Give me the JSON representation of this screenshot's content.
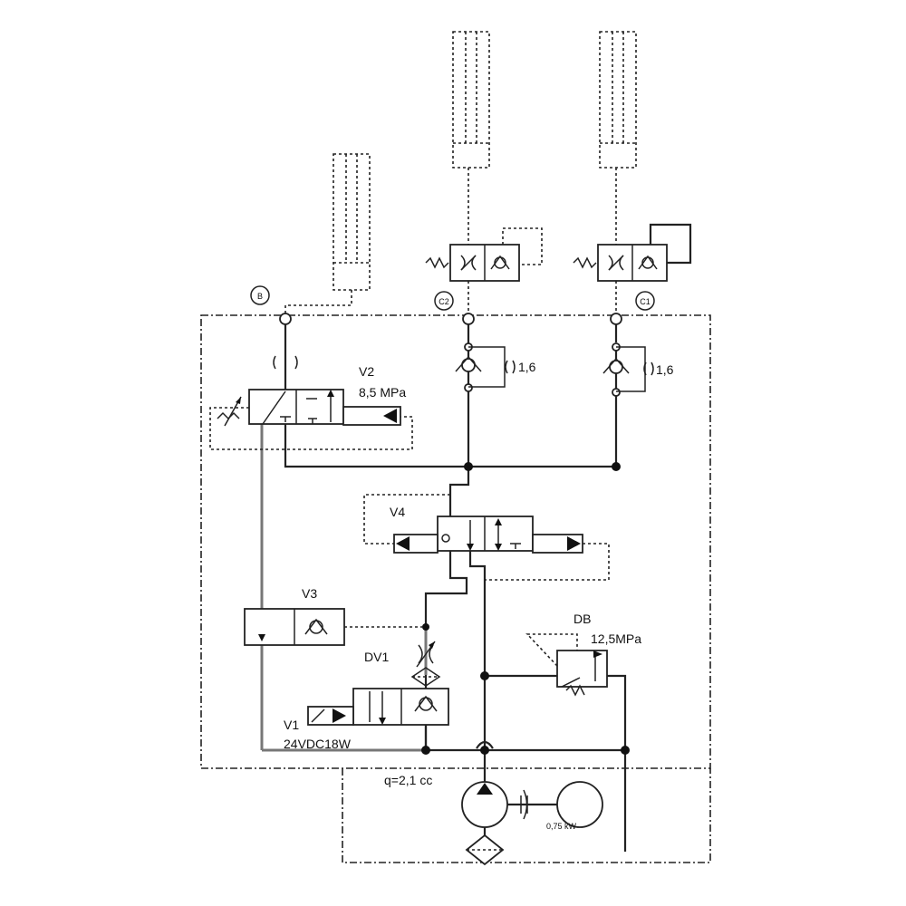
{
  "ports": {
    "b": "B",
    "c2": "C2",
    "c1": "C1"
  },
  "valves": {
    "v2": {
      "name": "V2",
      "setting": "8,5 MPa"
    },
    "v3": {
      "name": "V3"
    },
    "v4": {
      "name": "V4"
    },
    "dv1": {
      "name": "DV1"
    },
    "v1": {
      "name": "V1",
      "rating": "24VDC18W"
    },
    "db": {
      "name": "DB",
      "setting": "12,5MPa"
    }
  },
  "orifices": {
    "c2": "1,6",
    "c1": "1,6"
  },
  "pump": {
    "displacement": "q=2,1 cc"
  },
  "motor": {
    "power": "0,75 kW"
  }
}
